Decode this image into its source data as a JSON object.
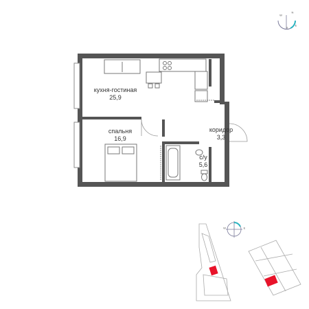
{
  "rooms": [
    {
      "name": "кухня-гостиная",
      "area": "25,9"
    },
    {
      "name": "спальня",
      "area": "16,9"
    },
    {
      "name": "коридор",
      "area": "3,3"
    },
    {
      "name": "с/у",
      "area": "5,6"
    }
  ],
  "compass_top": {
    "letters": [
      "N",
      "W",
      "S",
      "E"
    ],
    "accent": "#2bb3c0"
  },
  "compass_small": {
    "letters": [
      "W",
      "E"
    ],
    "accent": "#2bb3c0"
  },
  "colors": {
    "wall": "#555555",
    "highlight": "#e8132a",
    "line": "#888888"
  }
}
